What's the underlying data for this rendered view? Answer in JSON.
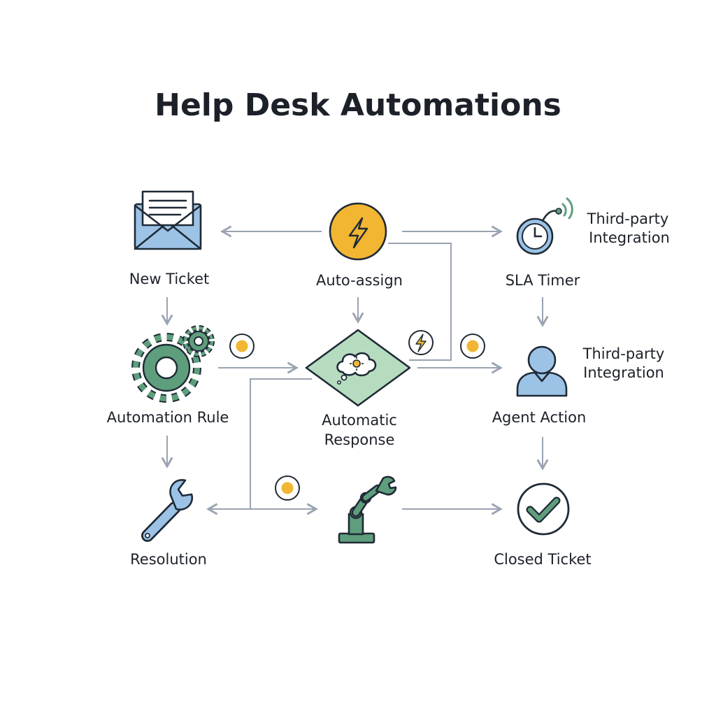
{
  "title": "Help Desk Automations",
  "nodes": {
    "new_ticket": "New Ticket",
    "auto_assign": "Auto-assign",
    "sla_timer": "SLA Timer",
    "integration_top": [
      "Third-party",
      "Integration"
    ],
    "automation_rule": "Automation Rule",
    "automatic_response": [
      "Automatic",
      "Response"
    ],
    "agent_action": "Agent Action",
    "integration_mid": [
      "Third-party",
      "Integration"
    ],
    "resolution": "Resolution",
    "closed_ticket": "Closed Ticket"
  },
  "colors": {
    "blue_fill": "#9cc3e6",
    "green_fill": "#5e9e7c",
    "green_light": "#b6dcc0",
    "yellow": "#f2b632",
    "ink": "#1f2a36",
    "connector": "#9aa3b1"
  },
  "icons": {
    "new_ticket": "envelope-icon",
    "auto_assign": "lightning-icon",
    "sla_timer": "stopwatch-icon",
    "automation_rule": "gears-icon",
    "automatic_response": "thought-bubble-icon",
    "agent_action": "person-icon",
    "resolution": "wrench-icon",
    "robot_arm": "robot-arm-icon",
    "closed_ticket": "checkmark-icon"
  }
}
